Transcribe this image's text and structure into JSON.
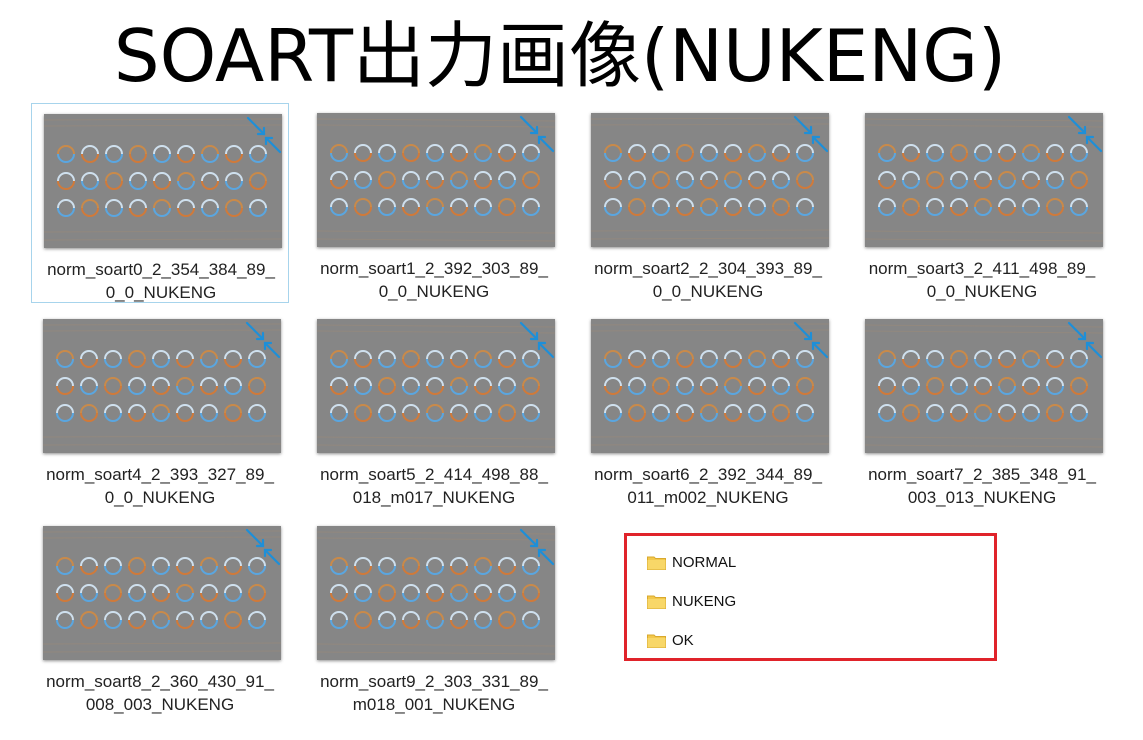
{
  "title": "SOART出力画像(NUKENG)",
  "files": [
    {
      "line1": "norm_soart0_2_354_384_89_",
      "line2": "0_0_NUKENG"
    },
    {
      "line1": "norm_soart1_2_392_303_89_",
      "line2": "0_0_NUKENG"
    },
    {
      "line1": "norm_soart2_2_304_393_89_",
      "line2": "0_0_NUKENG"
    },
    {
      "line1": "norm_soart3_2_411_498_89_",
      "line2": "0_0_NUKENG"
    },
    {
      "line1": "norm_soart4_2_393_327_89_",
      "line2": "0_0_NUKENG"
    },
    {
      "line1": "norm_soart5_2_414_498_88_",
      "line2": "018_m017_NUKENG"
    },
    {
      "line1": "norm_soart6_2_392_344_89_",
      "line2": "011_m002_NUKENG"
    },
    {
      "line1": "norm_soart7_2_385_348_91_",
      "line2": "003_013_NUKENG"
    },
    {
      "line1": "norm_soart8_2_360_430_91_",
      "line2": "008_003_NUKENG"
    },
    {
      "line1": "norm_soart9_2_303_331_89_",
      "line2": "m018_001_NUKENG"
    }
  ],
  "folders": [
    "NORMAL",
    "NUKENG",
    "OK"
  ],
  "icons": {
    "folder": "folder-icon",
    "thumbnail_marker": "arrow-diagonal-icon"
  },
  "colors": {
    "highlight_border": "#e0232a",
    "selection_border": "#a7d4ec",
    "folder": "#f3c84b",
    "marker": "#1e8fd8"
  }
}
